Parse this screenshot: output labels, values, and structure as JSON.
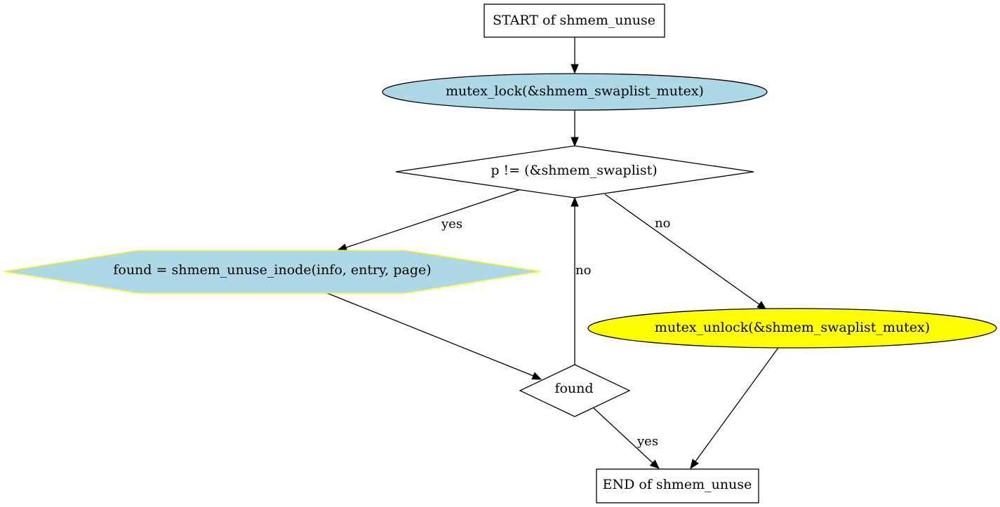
{
  "nodes": {
    "start": {
      "label": "START of shmem_unuse",
      "shape": "rectangle",
      "fill": "#ffffff",
      "stroke": "#000000"
    },
    "lock": {
      "label": "mutex_lock(&shmem_swaplist_mutex)",
      "shape": "ellipse",
      "fill": "#add8e6",
      "stroke": "#000000"
    },
    "loop_cond": {
      "label": "p != (&shmem_swaplist)",
      "shape": "diamond",
      "fill": "#ffffff",
      "stroke": "#000000"
    },
    "call": {
      "label": "found = shmem_unuse_inode(info, entry, page)",
      "shape": "hexagon",
      "fill": "#add8e6",
      "stroke": "#ffff00"
    },
    "unlock": {
      "label": "mutex_unlock(&shmem_swaplist_mutex)",
      "shape": "ellipse",
      "fill": "#ffff00",
      "stroke": "#000000"
    },
    "found_cond": {
      "label": "found",
      "shape": "diamond",
      "fill": "#ffffff",
      "stroke": "#000000"
    },
    "end": {
      "label": "END of shmem_unuse",
      "shape": "rectangle",
      "fill": "#ffffff",
      "stroke": "#000000"
    }
  },
  "edges": [
    {
      "from": "start",
      "to": "lock",
      "label": ""
    },
    {
      "from": "lock",
      "to": "loop_cond",
      "label": ""
    },
    {
      "from": "loop_cond",
      "to": "call",
      "label": "yes"
    },
    {
      "from": "loop_cond",
      "to": "unlock",
      "label": "no"
    },
    {
      "from": "call",
      "to": "found_cond",
      "label": ""
    },
    {
      "from": "found_cond",
      "to": "loop_cond",
      "label": "no"
    },
    {
      "from": "found_cond",
      "to": "end",
      "label": "yes"
    },
    {
      "from": "unlock",
      "to": "end",
      "label": ""
    }
  ]
}
